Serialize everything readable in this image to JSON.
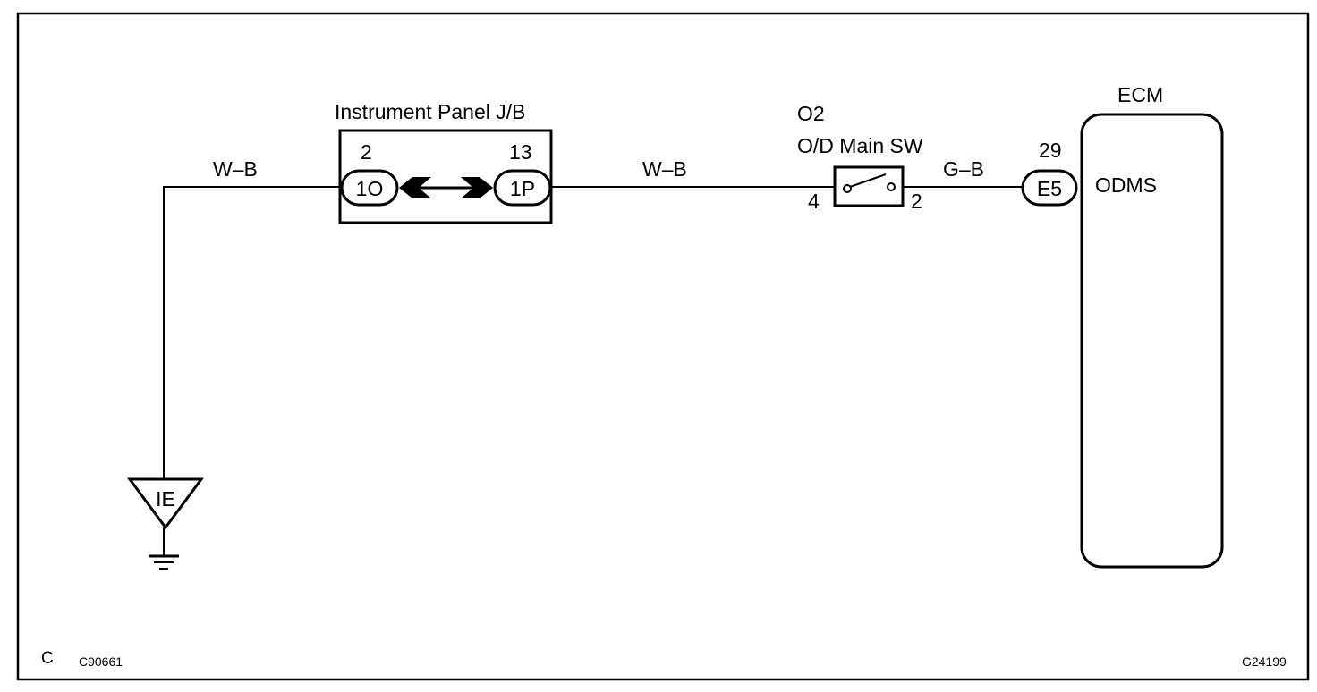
{
  "diagram": {
    "junction_block": {
      "title": "Instrument Panel J/B",
      "left_connector": {
        "pin": "2",
        "label": "1O"
      },
      "right_connector": {
        "pin": "13",
        "label": "1P"
      }
    },
    "wires": {
      "ground_wire": "W–B",
      "jb_to_switch": "W–B",
      "switch_to_ecm": "G–B"
    },
    "switch": {
      "code": "O2",
      "name": "O/D Main SW",
      "pin_in": "4",
      "pin_out": "2"
    },
    "ecm": {
      "title": "ECM",
      "connector": {
        "pin": "29",
        "label": "E5"
      },
      "terminal": "ODMS"
    },
    "ground": {
      "label": "IE"
    },
    "footer": {
      "section_letter": "C",
      "code_left": "C90661",
      "code_right": "G24199"
    }
  }
}
